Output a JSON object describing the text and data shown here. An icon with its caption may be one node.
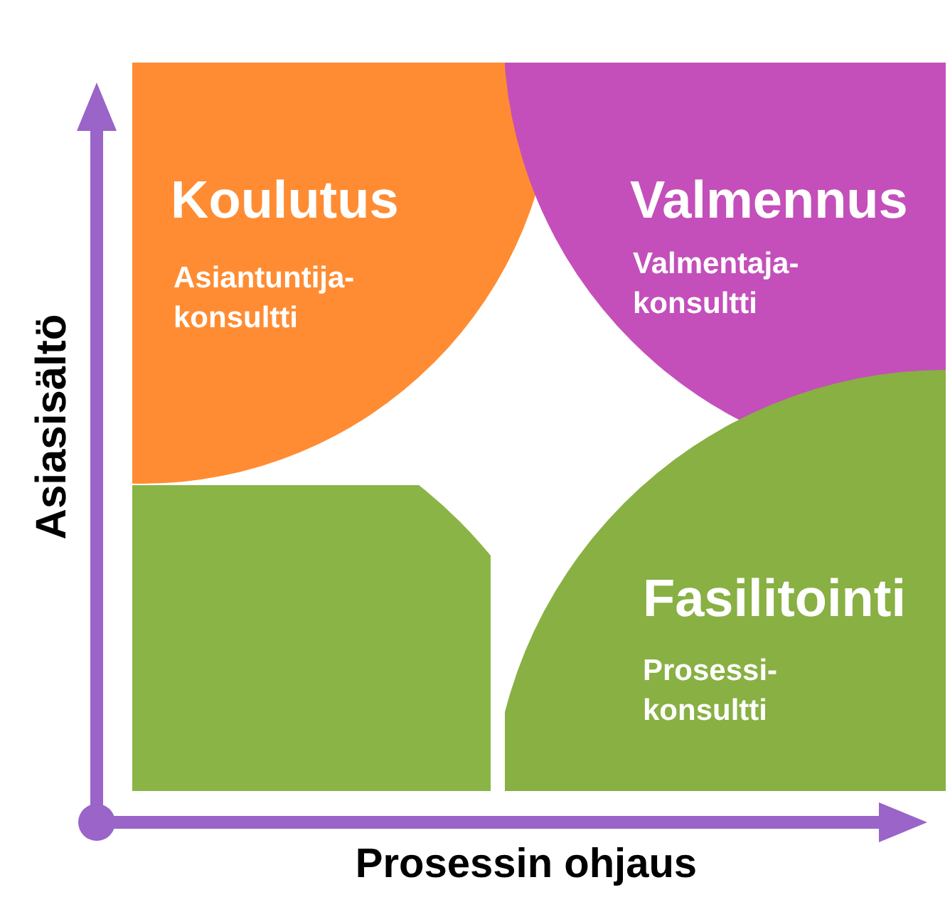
{
  "diagram": {
    "nodes": [
      {
        "text": [
          "Koulutus",
          "Asiantuntija- konsultti"
        ]
      },
      {
        "text": [
          "Valmennus",
          "Valmentaja- konsultti"
        ]
      },
      {
        "text": [],
        "shape": "circle"
      },
      {
        "text": [
          "Fasilitointi",
          "Prosessi- konsultti"
        ]
      }
    ],
    "edges": [],
    "labels": [
      "Asiasisältö",
      "Prosessin ohjaus"
    ]
  }
}
